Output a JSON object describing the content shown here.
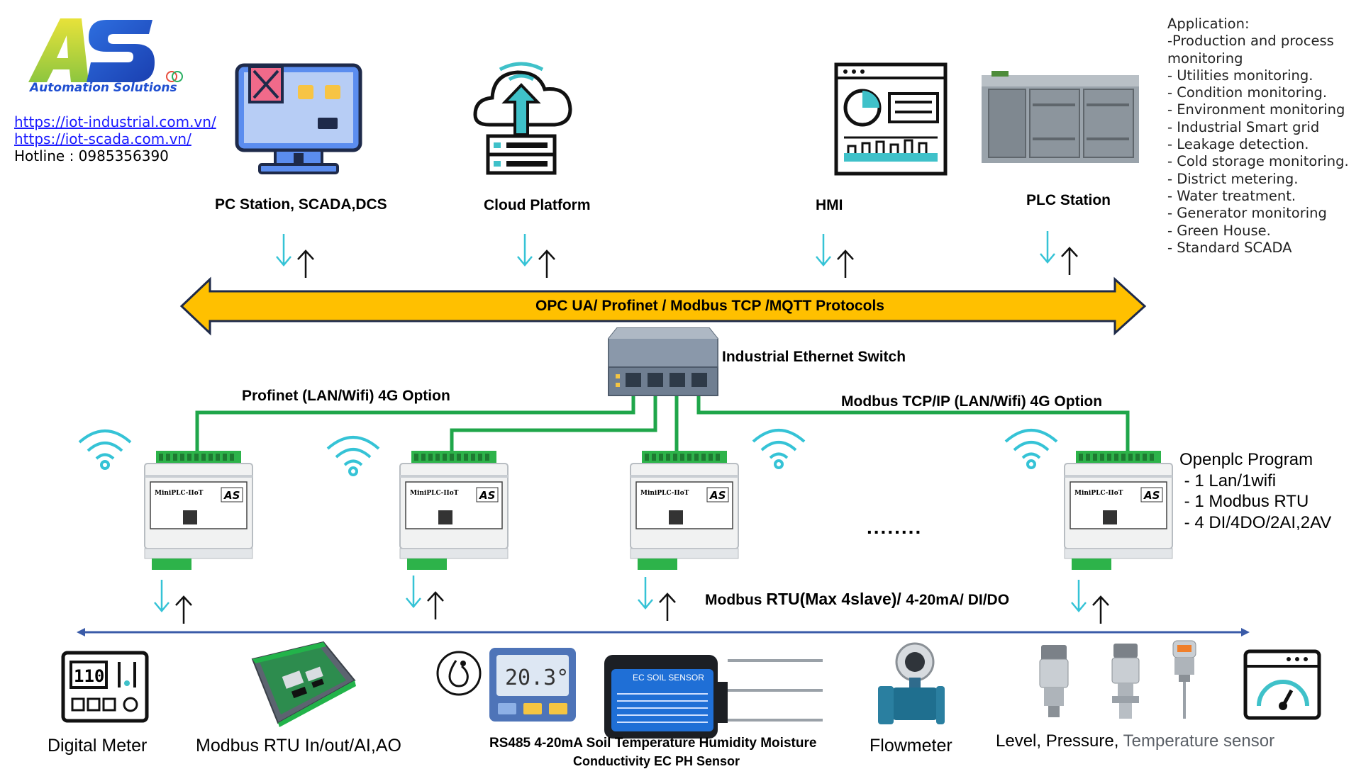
{
  "brand": {
    "logo_letters": "AS",
    "logo_tagline": "Automation Solutions",
    "links": [
      "https://iot-industrial.com.vn/",
      "https://iot-scada.com.vn/"
    ],
    "hotline": "Hotline : 0985356390"
  },
  "top_nodes": [
    {
      "label": "PC Station, SCADA,DCS",
      "icon": "monitor-icon"
    },
    {
      "label": "Cloud Platform",
      "icon": "cloud-server-icon"
    },
    {
      "label": "HMI",
      "icon": "hmi-dashboard-icon"
    },
    {
      "label": "PLC Station",
      "icon": "plc-rack-icon"
    }
  ],
  "application": {
    "title": "Application:",
    "items": [
      "-Production and process",
      "monitoring",
      "- Utilities monitoring.",
      "- Condition monitoring.",
      "- Environment monitoring",
      "- Industrial Smart grid",
      "- Leakage detection.",
      "- Cold storage monitoring.",
      "- District metering.",
      "- Water treatment.",
      "- Generator monitoring",
      "- Green House.",
      "- Standard SCADA"
    ]
  },
  "protocol_bus": {
    "label": "OPC UA/ Profinet / Modbus TCP /MQTT Protocols",
    "color": "#FFC000"
  },
  "switch": {
    "label": "Industrial Ethernet Switch"
  },
  "network_labels": {
    "left": "Profinet (LAN/Wifi) 4G Option",
    "right": "Modbus TCP/IP (LAN/Wifi) 4G Option"
  },
  "plc_module": {
    "name": "MiniPLC-IIoT",
    "brand": "AS"
  },
  "ellipsis": "........",
  "openplc": {
    "title": "Openplc Program",
    "items": [
      " - 1 Lan/1wifi",
      " - 1 Modbus RTU",
      " - 4 DI/4DO/2AI,2AV"
    ]
  },
  "field_bus_label": {
    "part1": "Modbus ",
    "part2": "RTU(Max 4slave)/ ",
    "part3": "4-20mA/ DI/DO"
  },
  "bottom_devices": {
    "digital_meter": "Digital Meter",
    "digital_meter_display": "110",
    "modbus_io": "Modbus RTU In/out/AI,AO",
    "soil_display": "20.3°",
    "soil_sensor_title": "EC SOIL SENSOR",
    "soil_line1": "RS485 4-20mA Soil Temperature Humidity Moisture",
    "soil_line2": "Conductivity EC PH Sensor",
    "flowmeter": "Flowmeter",
    "level_a": "Level, Pressure, ",
    "level_b": "Temperature sensor"
  },
  "colors": {
    "green_line": "#1FA64A",
    "cyan": "#35C3D6",
    "blue_bus": "#3A5BA8"
  }
}
